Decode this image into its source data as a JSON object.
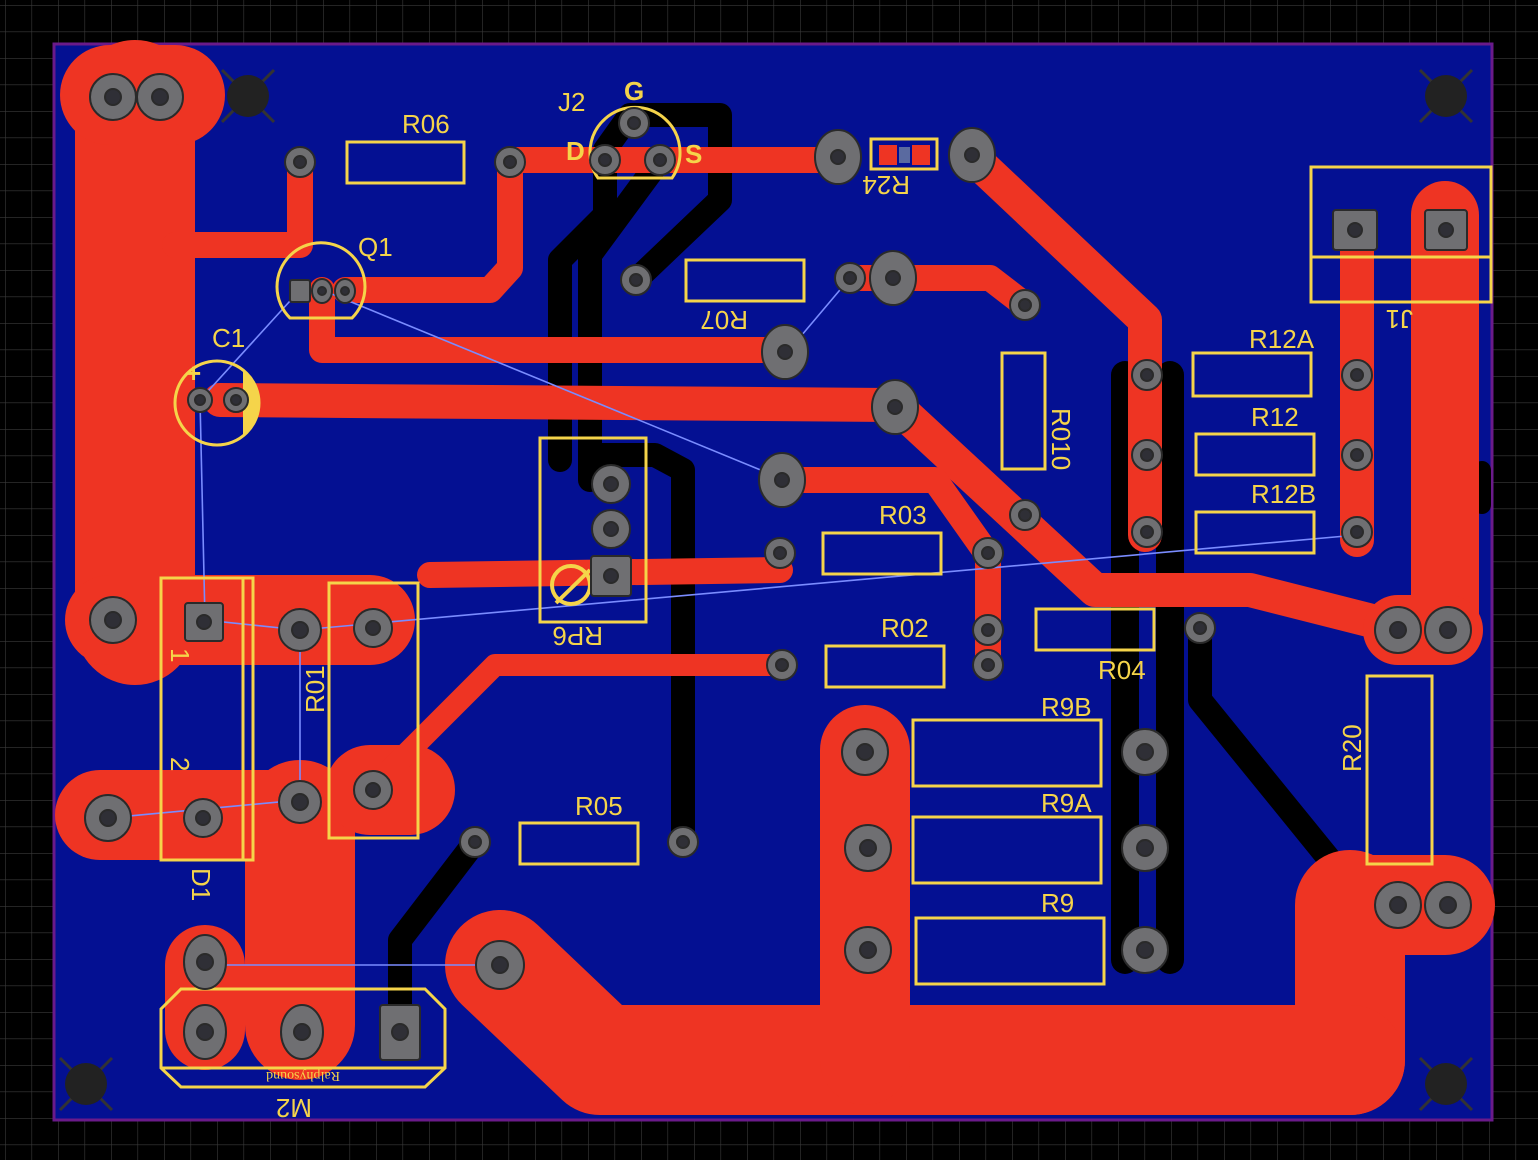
{
  "colors": {
    "background": "#000000",
    "grid": "#3a3a3a",
    "board": "#041092",
    "board_outline": "#6a1a8a",
    "copper": "#ee3423",
    "pad": "#6f6f72",
    "pad_hole": "#2f2f36",
    "silkscreen": "#f5d44a",
    "ratsnest": "#7a8cff",
    "keepout": "#000000"
  },
  "labels": {
    "r06": "R06",
    "j2": "J2",
    "g": "G",
    "d": "D",
    "s": "S",
    "r24": "R24",
    "q1": "Q1",
    "r07": "R07",
    "c1": "C1",
    "c1_plus": "+",
    "r12a": "R12A",
    "r12": "R12",
    "r12b": "R12B",
    "j1": "J1",
    "r010": "R010",
    "r03": "R03",
    "rp6": "RP6",
    "r02": "R02",
    "r04": "R04",
    "r01": "R01",
    "d1_pin1": "1",
    "d1_pin2": "2",
    "d1": "D1",
    "r9b": "R9B",
    "r9a": "R9A",
    "r9": "R9",
    "r20": "R20",
    "r05": "R05",
    "m2": "M2",
    "brand": "Ralphysound"
  },
  "icons": {
    "mounting_hole": "mounting-hole-icon",
    "pad": "through-hole-pad-icon",
    "trimmer": "trimmer-potentiometer-icon"
  }
}
